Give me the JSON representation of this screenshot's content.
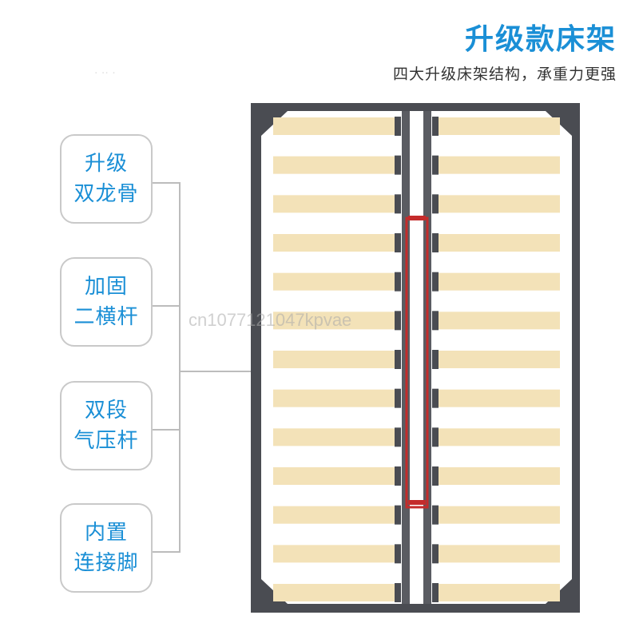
{
  "header": {
    "title": "升级款床架",
    "subtitle": "四大升级床架结构，承重力更强"
  },
  "features": [
    {
      "line1": "升级",
      "line2": "双龙骨"
    },
    {
      "line1": "加固",
      "line2": "二横杆"
    },
    {
      "line1": "双段",
      "line2": "气压杆"
    },
    {
      "line1": "内置",
      "line2": "连接脚"
    }
  ],
  "watermark": "cn1077121047kpvae",
  "colors": {
    "accent": "#1a8fd6",
    "frame": "#4a4c52",
    "slat": "#f3e2b8",
    "highlight": "#c42b2b"
  },
  "product": {
    "slats_per_side": 13
  }
}
